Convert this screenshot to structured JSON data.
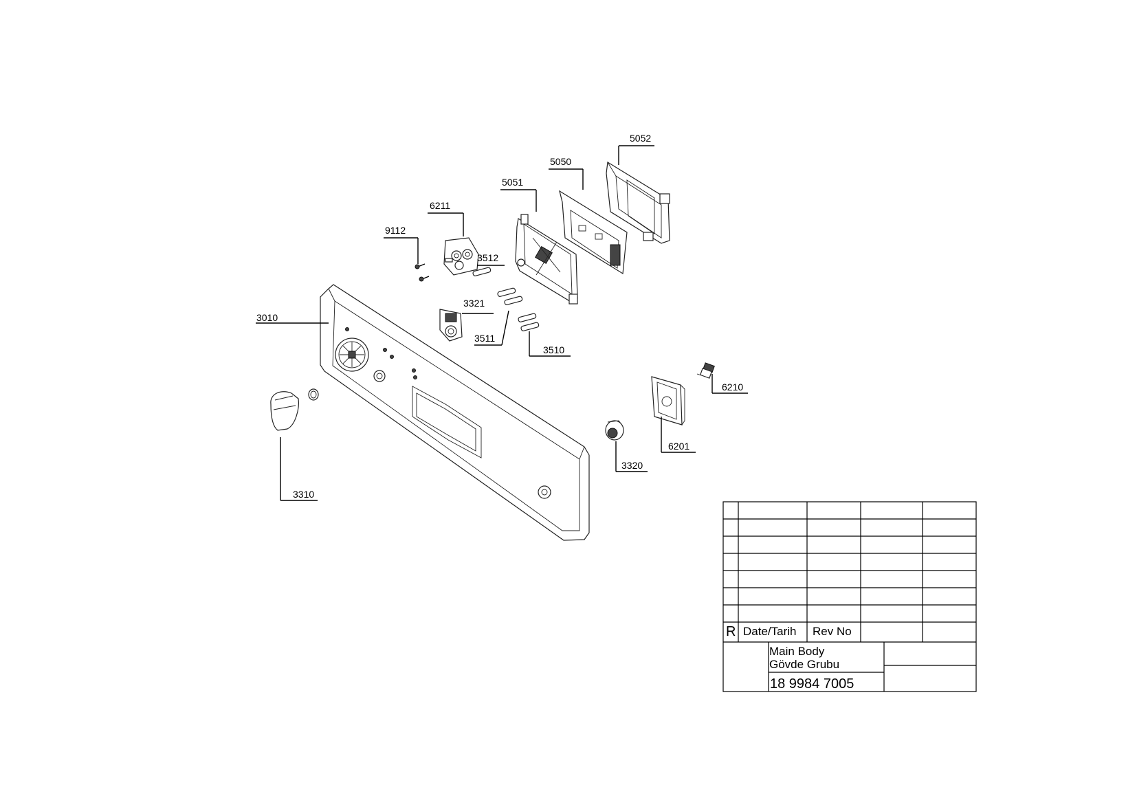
{
  "diagram": {
    "part_labels": {
      "p3010": "3010",
      "p3310": "3310",
      "p3320": "3320",
      "p3321": "3321",
      "p3510": "3510",
      "p3511": "3511",
      "p3512": "3512",
      "p5050": "5050",
      "p5051": "5051",
      "p5052": "5052",
      "p6201": "6201",
      "p6210": "6210",
      "p6211": "6211",
      "p9112": "9112"
    }
  },
  "title_block": {
    "rev_marker": "R",
    "date_header": "Date/Tarih",
    "rev_header": "Rev No",
    "title_line1": "Main Body",
    "title_line2": "Gövde Grubu",
    "part_number": "18 9984 7005"
  }
}
